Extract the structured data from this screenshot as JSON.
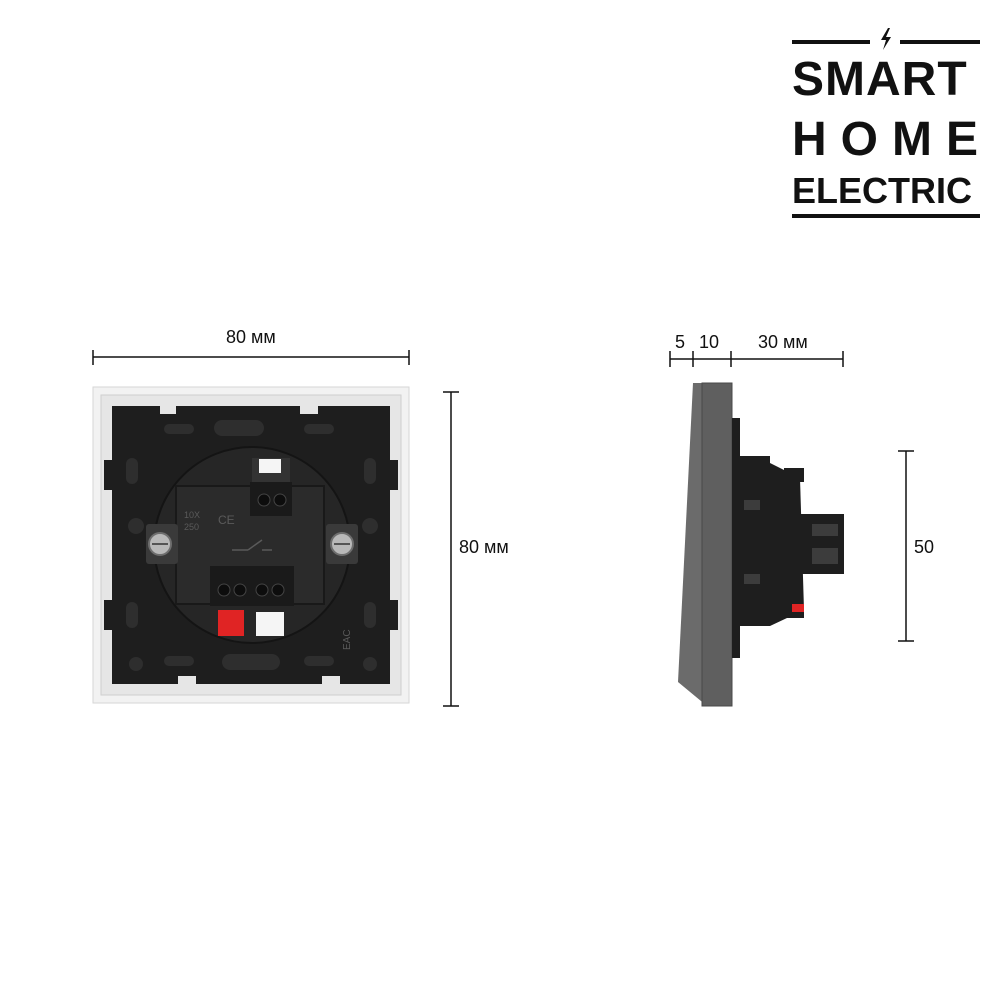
{
  "brand": {
    "line1": "SMART",
    "line2": "HOME",
    "line3": "ELECTRIC"
  },
  "front_view": {
    "width_label": "80 мм",
    "height_label": "80 мм",
    "markings": {
      "rating_top": "10X",
      "rating_bottom": "250",
      "ce": "CE",
      "eac": "EAC"
    }
  },
  "side_view": {
    "depth_segments": [
      "5",
      "10",
      "30 мм"
    ],
    "height_label": "50"
  },
  "colors": {
    "frame": "#f2f2f2",
    "body": "#1e1e1e",
    "plate": "#5f5f5f",
    "terminal_red": "#e02424",
    "terminal_white": "#f5f5f5",
    "ink": "#111111"
  }
}
